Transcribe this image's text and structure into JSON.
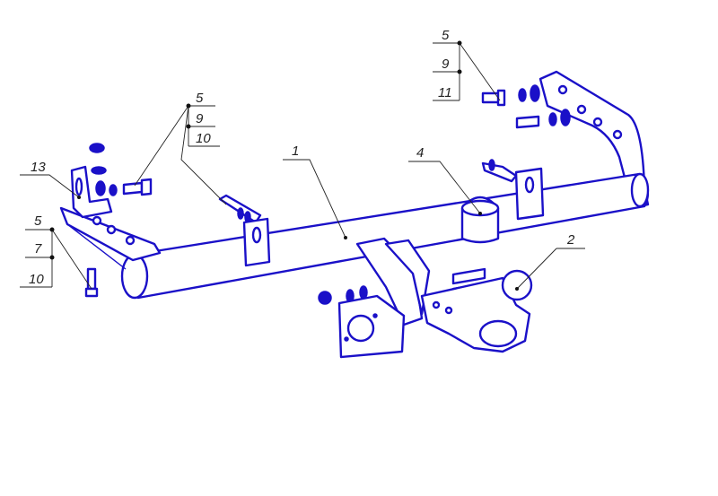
{
  "title": "Tow hitch assembly exploded view",
  "callouts": {
    "top_right": [
      "5",
      "9",
      "11"
    ],
    "middle_left": [
      "5",
      "9",
      "10"
    ],
    "bracket": "13",
    "left": [
      "5",
      "7",
      "10"
    ],
    "beam": "1",
    "cap": "4",
    "ball": "2"
  },
  "colors": {
    "line": "#1a10c8",
    "leader": "#222222"
  }
}
